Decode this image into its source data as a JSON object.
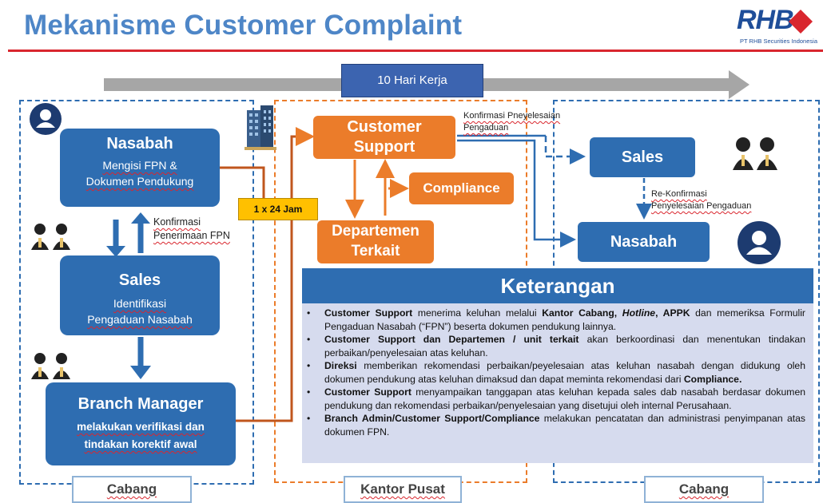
{
  "header": {
    "title": "Mekanisme Customer Complaint",
    "logo_text": "RHB",
    "logo_subtitle": "PT RHB Securities Indonesia"
  },
  "timeline": {
    "label": "10 Hari Kerja"
  },
  "cabang_left": {
    "nasabah": {
      "title": "Nasabah",
      "line1": "Mengisi FPN &",
      "line2": "Dokumen Pendukung"
    },
    "konfirmasi": {
      "line1": "Konfirmasi",
      "line2": "Penerimaan FPN"
    },
    "sales": {
      "title": "Sales",
      "line1": "Identifikasi",
      "line2": "Pengaduan Nasabah"
    },
    "branch": {
      "title": "Branch Manager",
      "line1": "melakukan verifikasi dan",
      "line2": "tindakan korektif awal"
    },
    "tab": "Cabang"
  },
  "kantor_pusat": {
    "timer": "1 x 24 Jam",
    "customer_support": {
      "line1": "Customer",
      "line2": "Support"
    },
    "compliance": "Compliance",
    "departemen": {
      "line1": "Departemen",
      "line2": "Terkait"
    },
    "konfirmasi": {
      "line1": "Konfirmasi Pneyelesaian",
      "line2": "Pengaduan"
    },
    "tab": "Kantor Pusat"
  },
  "cabang_right": {
    "sales": "Sales",
    "rekonfirmasi": {
      "line1": "Re-Konfirmasi",
      "line2": "Penyelesaian Pengaduan"
    },
    "nasabah": "Nasabah",
    "tab": "Cabang"
  },
  "keterangan": {
    "title": "Keterangan",
    "items": [
      {
        "b1": "Customer Support",
        "t1": " menerima keluhan melalui ",
        "b2": "Kantor Cabang, ",
        "i2": "Hotline",
        "b3": ", APPK",
        "t2": " dan memeriksa Formulir Pengaduan Nasabah (“FPN”) beserta dokumen pendukung lainnya."
      },
      {
        "b1": "Customer Support dan Departemen / unit terkait",
        "t1": " akan berkoordinasi dan menentukan tindakan perbaikan/penyelesaian atas keluhan."
      },
      {
        "b1": "Direksi",
        "t1": " memberikan rekomendasi perbaikan/peyelesaian atas keluhan nasabah dengan didukung oleh dokumen pendukung atas keluhan dimaksud dan dapat meminta rekomendasi dari ",
        "b2": "Compliance."
      },
      {
        "b1": "Customer Support",
        "t1": " menyampaikan tanggapan atas keluhan kepada sales dab nasabah berdasar dokumen pendukung dan rekomendasi perbaikan/penyelesaian yang disetujui oleh internal Perusahaan."
      },
      {
        "b1": "Branch Admin/Customer Support/Compliance",
        "t1": " melakukan pencatatan dan administrasi penyimpanan atas dokumen FPN."
      }
    ]
  },
  "colors": {
    "blue": "#2e6db1",
    "orange": "#eb7c2a",
    "title_blue": "#4e86c7",
    "red": "#d9262e",
    "timer_yellow": "#ffc000"
  },
  "icons": [
    "user-circle-icon",
    "people-pair-icon",
    "building-icon",
    "arrow-icon"
  ]
}
